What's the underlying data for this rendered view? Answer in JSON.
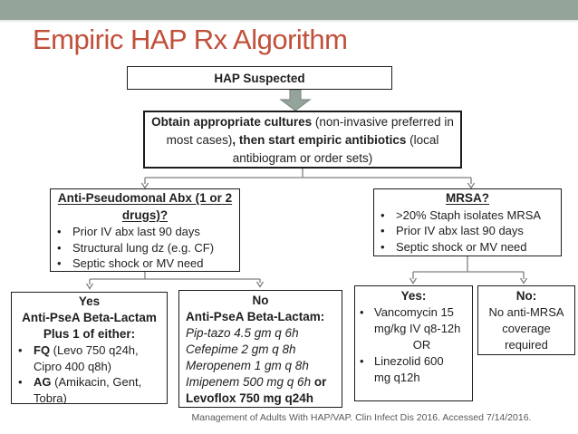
{
  "header": {
    "title": "Empiric HAP Rx Algorithm"
  },
  "colors": {
    "top_bar": "#95A49B",
    "title_text": "#C1503B",
    "block_arrow_fill": "#95A49B",
    "block_arrow_border": "#7F8C85",
    "connector_line": "#7F7F7F",
    "box_border": "#1C1C1C",
    "citation_text": "#595959"
  },
  "nodes": {
    "hap": {
      "label": "HAP Suspected"
    },
    "obtain": {
      "bold1": "Obtain appropriate cultures",
      "reg1": " (non-invasive preferred in most cases)",
      "bold2": ", then start empiric antibiotics",
      "reg2": " (local antibiogram or order sets)"
    },
    "pseudomonal": {
      "title": "Anti-Pseudomonal Abx (1 or 2 drugs)?",
      "bullet_glyph": "•",
      "bullets": [
        "Prior IV abx last 90 days",
        "Structural lung dz (e.g.  CF)",
        "Septic shock or MV need"
      ]
    },
    "mrsa": {
      "title": "MRSA?",
      "bullet_glyph": "•",
      "bullets": [
        ">20% Staph isolates MRSA",
        "Prior IV abx last 90 days",
        "Septic shock or MV need"
      ]
    },
    "psea_yes": {
      "heading1": "Yes",
      "heading2": "Anti-PseA Beta-Lactam",
      "heading3": "Plus 1 of either:",
      "bullet_glyph": "•",
      "bullets": [
        {
          "abbr": "FQ",
          "rest": " (Levo 750 q24h, Cipro 400 q8h)"
        },
        {
          "abbr": "AG",
          "rest": " (Amikacin, Gent, Tobra)"
        }
      ]
    },
    "psea_no": {
      "heading1": "No",
      "heading2": "Anti-PseA Beta-Lactam:",
      "drugs": [
        "Pip-tazo 4.5 gm q 6h",
        "Cefepime 2 gm q 8h",
        "Meropenem 1 gm q 8h"
      ],
      "drug4": "Imipenem 500 mg q 6h",
      "drug4_suffix": " or",
      "drug5": "Levoflox 750 mg q24h"
    },
    "mrsa_yes": {
      "heading": "Yes:",
      "bullet_glyph": "•",
      "option1": "Vancomycin 15 mg/kg IV q8-12h",
      "or": "OR",
      "option2": "Linezolid 600 mg q12h"
    },
    "mrsa_no": {
      "heading": "No:",
      "body": "No anti-MRSA coverage required"
    }
  },
  "footer": {
    "citation": "Management of Adults With HAP/VAP. Clin Infect Dis 2016. Accessed 7/14/2016."
  }
}
